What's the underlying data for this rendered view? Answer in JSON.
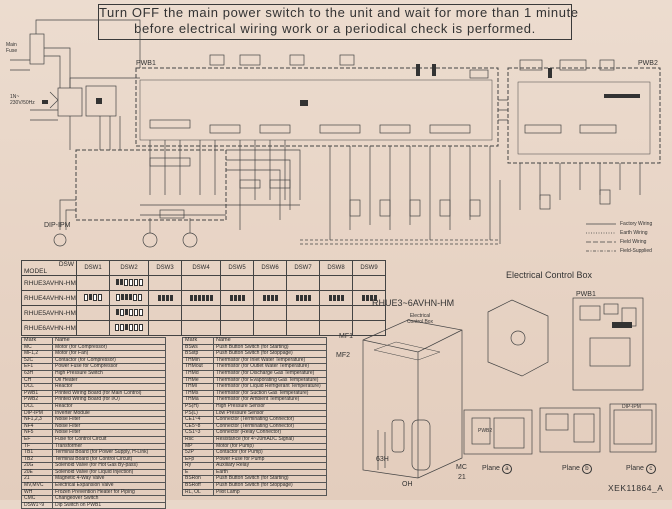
{
  "warning": {
    "line1": "Turn OFF the main power switch to the unit and wait for more than 1 minute",
    "line2": "before electrical wiring work or a periodical check is performed."
  },
  "labels": {
    "pwb1": "PWB1",
    "pwb2": "PWB2",
    "main_fuse": "Main Fuse",
    "power_supply": "1N~ 230V/50Hz",
    "dip_ipm": "DIP-IPM",
    "model_group": "RHUE3~6AVHN-HM",
    "electrical_control_box": "Electrical Control Box",
    "electrical_control_box_sub": "Electrical Control Box",
    "pwb1_plane": "PWB1",
    "mf1": "MF1",
    "mf2": "MF2",
    "label_63h": "63H",
    "label_oh": "OH",
    "label_mc": "MC",
    "label_21": "21",
    "label_pwb2_box": "PWB2",
    "label_dip_ipm_box": "DIP-IPM",
    "plane_a": "Plane",
    "plane_b": "Plane",
    "plane_c": "Plane",
    "doc_code": "XEK11864_A"
  },
  "wiring_legend": [
    {
      "label": "Factory Wiring"
    },
    {
      "label": "Earth Wiring"
    },
    {
      "label": "Field Wiring"
    },
    {
      "label": "Field-Supplied"
    }
  ],
  "dsw_table": {
    "header_dsw": "DSW",
    "header_model": "MODEL",
    "columns": [
      "DSW1",
      "DSW2",
      "DSW3",
      "DSW4",
      "DSW5",
      "DSW6",
      "DSW7",
      "DSW8",
      "DSW9"
    ],
    "models": [
      "RHUE3AVHN-HM",
      "RHUE4AVHN-HM",
      "RHUE5AVHN-HM",
      "RHUE6AVHN-HM"
    ]
  },
  "legend_left": {
    "header": [
      "Mark",
      "Name"
    ],
    "rows": [
      [
        "MC",
        "Motor (for Compressor)"
      ],
      [
        "MF1,2",
        "Motor (for Fan)"
      ],
      [
        "52C",
        "Contactor (for Compressor)"
      ],
      [
        "EF1",
        "Power Fuse for Compressor"
      ],
      [
        "63H",
        "High Pressure Switch"
      ],
      [
        "CH",
        "Oil Heater"
      ],
      [
        "DCL",
        "Reactor"
      ],
      [
        "PWB1",
        "Printed Wiring Board (for Main Control)"
      ],
      [
        "PWB2",
        "Printed Wiring Board (for I/O)"
      ],
      [
        "DCL",
        "Reactor"
      ],
      [
        "DIP-IPM",
        "Inverter Module"
      ],
      [
        "NF1,2,3",
        "Noise Filter"
      ],
      [
        "NF4",
        "Noise Filter"
      ],
      [
        "NF5",
        "Noise Filter"
      ],
      [
        "EF",
        "Fuse for Control Circuit"
      ],
      [
        "TF",
        "Transformer"
      ],
      [
        "TB1",
        "Terminal Board (for Power Supply, H-Link)"
      ],
      [
        "TB2",
        "Terminal Board (for Control Circuit)"
      ],
      [
        "20G",
        "Solenoid Valve (for Hot Gas By-pass)"
      ],
      [
        "20E",
        "Solenoid Valve (for Liquid Injection)"
      ],
      [
        "21",
        "Magnetic 4-Way Valve"
      ],
      [
        "MV,MVC",
        "Electrical Expansion Valve"
      ],
      [
        "WH",
        "Frozen Prevention Heater for Piping"
      ],
      [
        "CMC",
        "Changeover Switch"
      ],
      [
        "DSW1~9",
        "Dip Switch on PWB1"
      ]
    ]
  },
  "legend_right": {
    "header": [
      "Mark",
      "Name"
    ],
    "rows": [
      [
        "BSws",
        "Push Button Switch (for Starting)"
      ],
      [
        "BSstp",
        "Push Button Switch (for Stoppage)"
      ],
      [
        "THMin",
        "Thermistor (for Inlet Water Temperature)"
      ],
      [
        "THMout",
        "Thermistor (for Outlet Water Temperature)"
      ],
      [
        "THMd",
        "Thermistor (for Discharge Gas Temperature)"
      ],
      [
        "THMe",
        "Thermistor (for Evaporating Gas Temperature)"
      ],
      [
        "THMl",
        "Thermistor (for Liquid Refrigerant Temperature)"
      ],
      [
        "THMs",
        "Thermistor (for Suction Gas Temperature)"
      ],
      [
        "THMa",
        "Thermistor (for Ambient Temperature)"
      ],
      [
        "PS(H)",
        "High Pressure Sensor"
      ],
      [
        "PS(L)",
        "Low Pressure Sensor"
      ],
      [
        "CE1~4",
        "Connector (Terminating Connector)"
      ],
      [
        "CE5~8",
        "Connector (Terminating Connector)"
      ],
      [
        "CS1~3",
        "Connector (Relay Connector)"
      ],
      [
        "Rsc",
        "Resistance (for 4~20mADC Signal)"
      ],
      [
        "MP",
        "Motor (for Pump)"
      ],
      [
        "52P",
        "Contactor (for Pump)"
      ],
      [
        "EFp",
        "Power Fuse for Pump"
      ],
      [
        "Ry",
        "Auxiliary Relay"
      ],
      [
        "E",
        "Earth"
      ],
      [
        "BSRon",
        "Push Button Switch (for Starting)"
      ],
      [
        "BSRoff",
        "Push Button Switch (for Stoppage)"
      ],
      [
        "RL, OL",
        "Pilot Lamp"
      ]
    ]
  }
}
